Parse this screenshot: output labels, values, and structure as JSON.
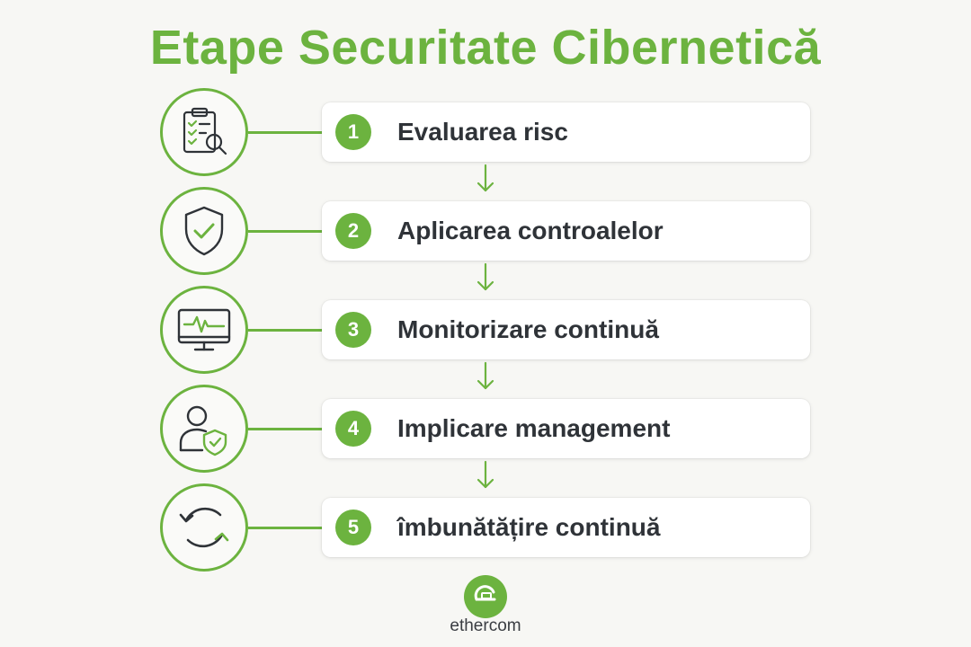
{
  "title": "Etape Securitate Cibernetică",
  "accent_color": "#6cb33f",
  "steps": [
    {
      "number": "1",
      "label": "Evaluarea risc",
      "icon": "clipboard-search-icon"
    },
    {
      "number": "2",
      "label": "Aplicarea controalelor",
      "icon": "shield-check-icon"
    },
    {
      "number": "3",
      "label": "Monitorizare continuă",
      "icon": "monitor-pulse-icon"
    },
    {
      "number": "4",
      "label": "Implicare management",
      "icon": "user-shield-icon"
    },
    {
      "number": "5",
      "label": "îmbunătățire continuă",
      "icon": "refresh-cycle-icon"
    }
  ],
  "logo": {
    "text": "ethercom",
    "icon": "ethernet-plug-icon"
  }
}
